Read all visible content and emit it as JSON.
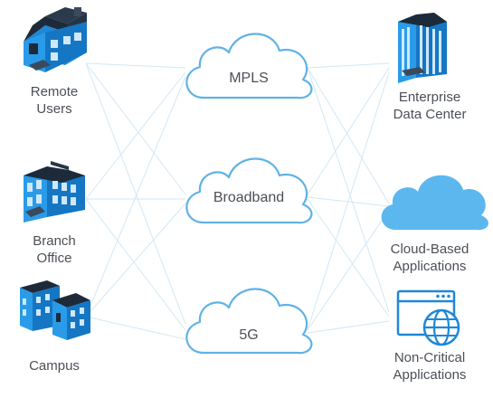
{
  "diagram": {
    "sources": [
      {
        "id": "remote",
        "icon": "house-icon",
        "label_lines": [
          "Remote",
          "Users"
        ]
      },
      {
        "id": "branch",
        "icon": "office-building-icon",
        "label_lines": [
          "Branch",
          "Office"
        ]
      },
      {
        "id": "campus",
        "icon": "campus-building-icon",
        "label_lines": [
          "Campus"
        ]
      }
    ],
    "networks": [
      {
        "id": "mpls",
        "icon": "cloud-outline-icon",
        "label": "MPLS"
      },
      {
        "id": "broadband",
        "icon": "cloud-outline-icon",
        "label": "Broadband"
      },
      {
        "id": "5g",
        "icon": "cloud-outline-icon",
        "label": "5G"
      }
    ],
    "destinations": [
      {
        "id": "enterprise",
        "icon": "skyscraper-icon",
        "label_lines": [
          "Enterprise",
          "Data Center"
        ]
      },
      {
        "id": "cloud",
        "icon": "cloud-filled-icon",
        "label_lines": [
          "Cloud-Based",
          "Applications"
        ]
      },
      {
        "id": "noncritical",
        "icon": "browser-globe-icon",
        "label_lines": [
          "Non-Critical",
          "Applications"
        ]
      }
    ]
  },
  "colors": {
    "icon_blue": "#1e88d8",
    "icon_light": "#5fb8ef",
    "icon_dark": "#1d2a3a",
    "cloud_fill": "#5cb7ee",
    "cloud_stroke": "#62b4e6",
    "line": "#cfe6f5",
    "text": "#4b4f56"
  }
}
